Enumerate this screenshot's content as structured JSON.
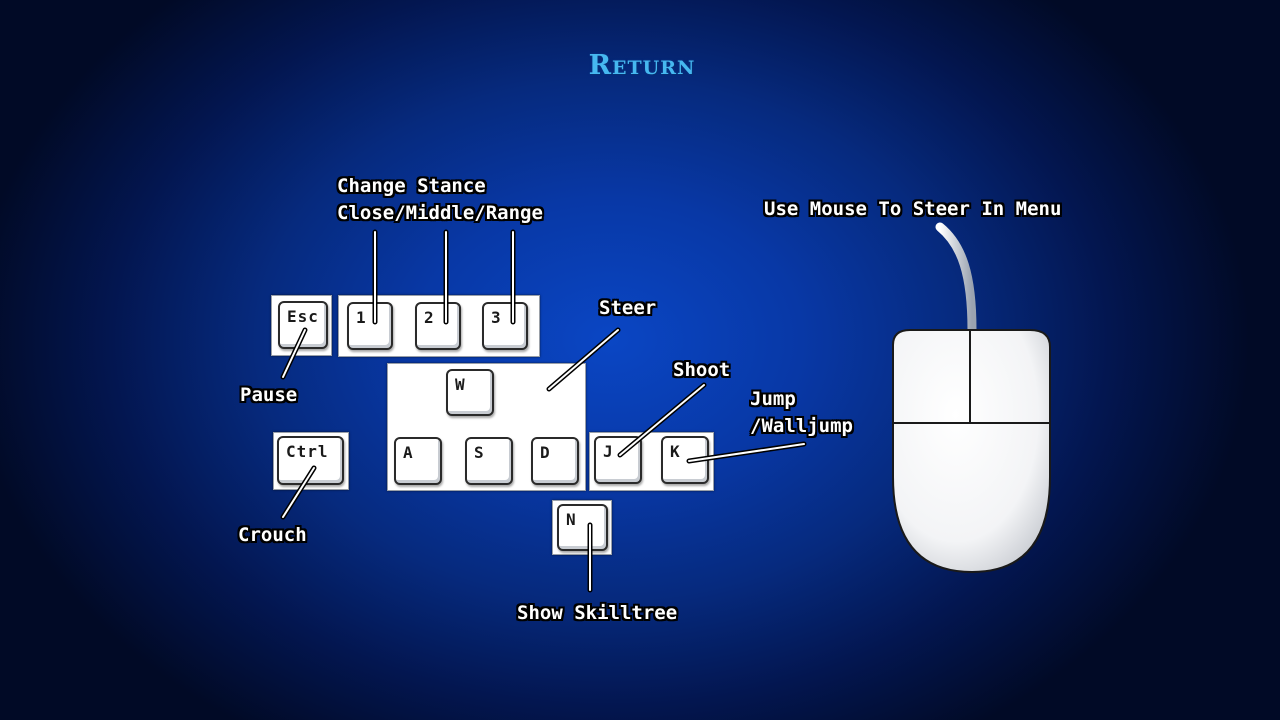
{
  "menu": {
    "return_label": "Return"
  },
  "labels": {
    "change_stance_line1": "Change Stance",
    "change_stance_line2": "Close/Middle/Range",
    "pause": "Pause",
    "crouch": "Crouch",
    "steer": "Steer",
    "shoot": "Shoot",
    "jump_line1": "Jump",
    "jump_line2": "/Walljump",
    "show_skilltree": "Show Skilltree",
    "use_mouse": "Use Mouse To Steer In Menu"
  },
  "keys": {
    "esc": "Esc",
    "one": "1",
    "two": "2",
    "three": "3",
    "ctrl": "Ctrl",
    "w": "W",
    "a": "A",
    "s": "S",
    "d": "D",
    "j": "J",
    "k": "K",
    "n": "N"
  },
  "icons": {
    "mouse": "computer-mouse-icon"
  }
}
